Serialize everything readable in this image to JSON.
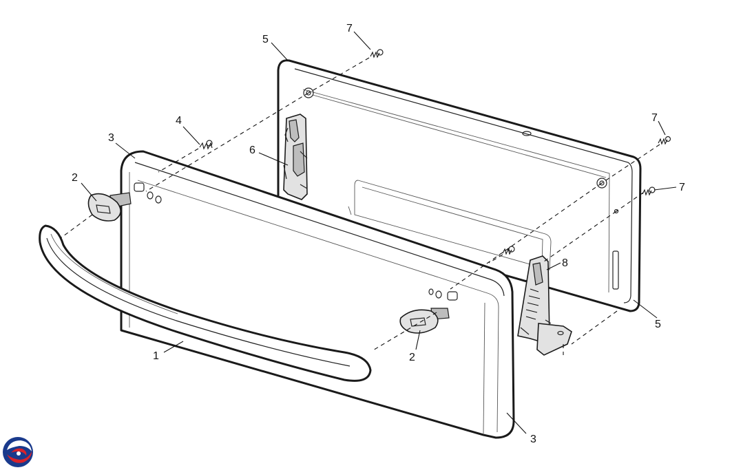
{
  "callouts": [
    {
      "id": "c1",
      "label": "1"
    },
    {
      "id": "c2a",
      "label": "2"
    },
    {
      "id": "c2b",
      "label": "2"
    },
    {
      "id": "c3a",
      "label": "3"
    },
    {
      "id": "c3b",
      "label": "3"
    },
    {
      "id": "c4",
      "label": "4"
    },
    {
      "id": "c5a",
      "label": "5"
    },
    {
      "id": "c5b",
      "label": "5"
    },
    {
      "id": "c6",
      "label": "6"
    },
    {
      "id": "c7a",
      "label": "7"
    },
    {
      "id": "c7b",
      "label": "7"
    },
    {
      "id": "c7c",
      "label": "7"
    },
    {
      "id": "c8",
      "label": "8"
    }
  ],
  "logo": {
    "icon": "brand-swirl-logo-icon",
    "colors": [
      "#1a3a8c",
      "#d8232a"
    ]
  },
  "colors": {
    "line": "#1a1a1a",
    "background": "#ffffff"
  }
}
